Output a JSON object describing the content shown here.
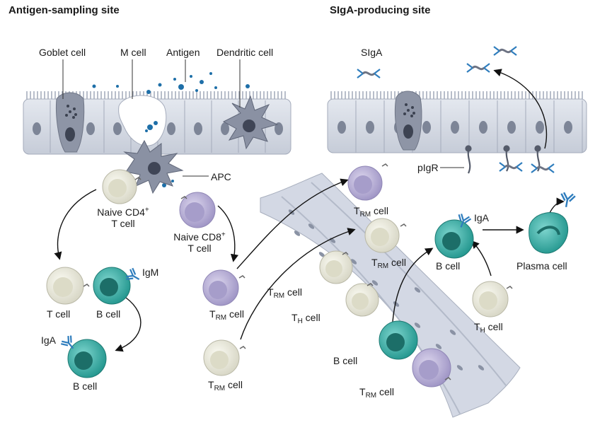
{
  "titles": {
    "left": "Antigen-sampling site",
    "right": "SIgA-producing site"
  },
  "labels": {
    "goblet_cell": "Goblet cell",
    "m_cell": "M cell",
    "antigen": "Antigen",
    "dendritic_cell": "Dendritic cell",
    "apc": "APC",
    "naive_cd4_a": "Naive CD4",
    "naive_cd4_sup": "+",
    "naive_cd4_b": "T cell",
    "naive_cd8_a": "Naive CD8",
    "naive_cd8_sup": "+",
    "naive_cd8_b": "T cell",
    "t_cell": "T cell",
    "b_cell_igm": "B cell",
    "igm": "IgM",
    "iga_left": "IgA",
    "b_cell_iga_left": "B cell",
    "t_rm_main": "T",
    "t_rm_sub": "RM",
    "t_rm_suffix": " cell",
    "t_h_main": "T",
    "t_h_sub": "H",
    "t_h_suffix": " cell",
    "b_cell_vessel": "B cell",
    "b_cell_right": "B cell",
    "iga_right": "IgA",
    "plasma_cell": "Plasma cell",
    "siga": "SIgA",
    "pigr": "pIgR"
  },
  "colors": {
    "epithelium": "#d9dde6",
    "epithelium_edge": "#a9b0bf",
    "nucleus": "#7d8597",
    "goblet": "#8e95a6",
    "antigen": "#1e6fa8",
    "naive_cd4": "#ecebd6",
    "t_cell": "#e6e5dc",
    "b_cell": "#3fb0a8",
    "cd8": "#bcb4d6",
    "vessel": "#dfe3ec",
    "antibody": "#2f7dbd"
  },
  "icons": [
    "epithelium",
    "goblet-cell",
    "m-cell",
    "dendritic-cell",
    "apc",
    "antibody",
    "pigr",
    "blood-vessel"
  ]
}
